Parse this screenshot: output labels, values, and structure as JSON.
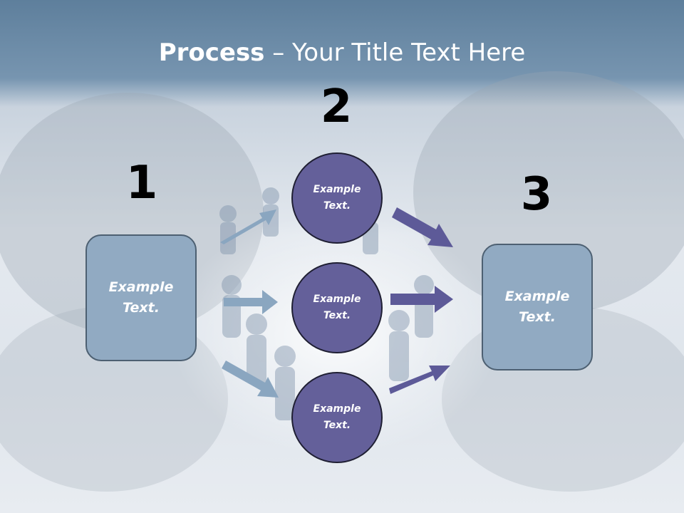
{
  "slide": {
    "title_bold": "Process",
    "title_rest": " – Your Title Text Here",
    "step_numbers": [
      "1",
      "2",
      "3"
    ],
    "left_box": {
      "line1": "Example",
      "line2": "Text."
    },
    "right_box": {
      "line1": "Example",
      "line2": "Text."
    },
    "circles": [
      {
        "line1": "Example",
        "line2": "Text."
      },
      {
        "line1": "Example",
        "line2": "Text."
      },
      {
        "line1": "Example",
        "line2": "Text."
      }
    ]
  },
  "colors": {
    "header_band": "#5e7f9c",
    "box_fill": "#91aac2",
    "circle_fill": "#64609a",
    "arrow_left": "#8aa6c0",
    "arrow_right": "#5d5a98"
  }
}
